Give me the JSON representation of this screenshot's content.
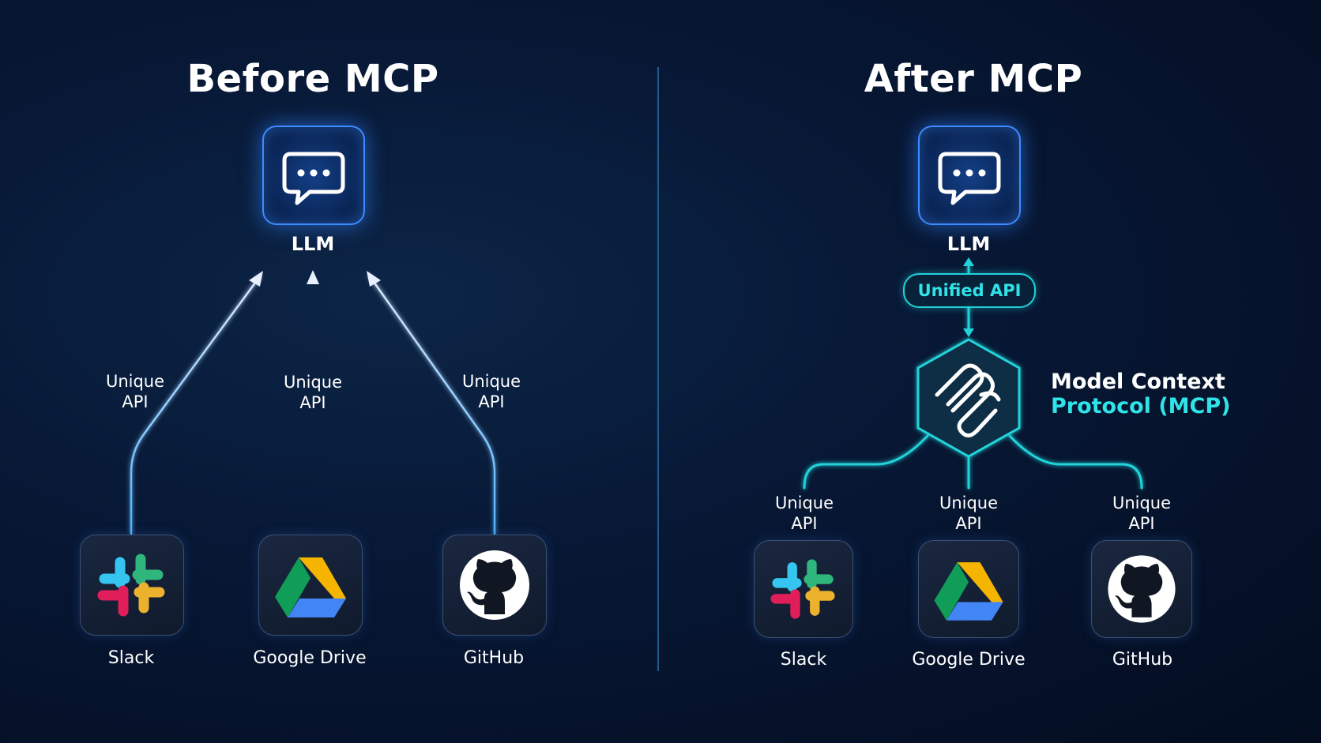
{
  "before": {
    "title": "Before MCP",
    "llm_label": "LLM",
    "api_labels": [
      {
        "line1": "Unique",
        "line2": "API"
      },
      {
        "line1": "Unique",
        "line2": "API"
      },
      {
        "line1": "Unique",
        "line2": "API"
      }
    ],
    "apps": [
      {
        "label": "Slack",
        "icon": "slack-icon"
      },
      {
        "label": "Google Drive",
        "icon": "google-drive-icon"
      },
      {
        "label": "GitHub",
        "icon": "github-icon"
      }
    ]
  },
  "after": {
    "title": "After MCP",
    "llm_label": "LLM",
    "unified_api": "Unified API",
    "mcp_title_line1": "Model Context",
    "mcp_title_line2": "Protocol (MCP)",
    "api_labels": [
      {
        "line1": "Unique",
        "line2": "API"
      },
      {
        "line1": "Unique",
        "line2": "API"
      },
      {
        "line1": "Unique",
        "line2": "API"
      }
    ],
    "apps": [
      {
        "label": "Slack",
        "icon": "slack-icon"
      },
      {
        "label": "Google Drive",
        "icon": "google-drive-icon"
      },
      {
        "label": "GitHub",
        "icon": "github-icon"
      }
    ]
  },
  "colors": {
    "background": "#071734",
    "blue_glow": "#3d8bff",
    "cyan_accent": "#21d3d9",
    "slack": [
      "#36C5F0",
      "#2EB67D",
      "#ECB22E",
      "#E01E5A"
    ],
    "drive": [
      "#0F9D58",
      "#F4B400",
      "#4285F4"
    ]
  }
}
